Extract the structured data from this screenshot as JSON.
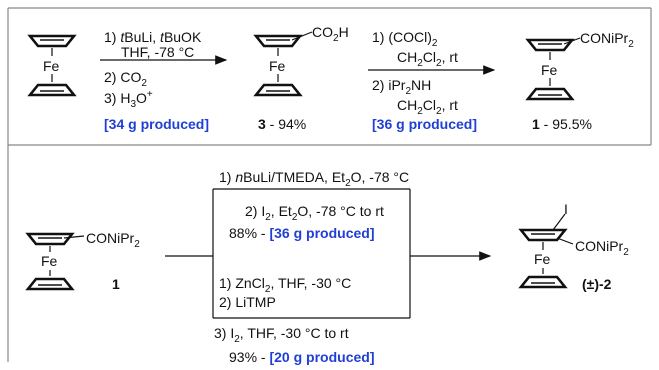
{
  "step1": {
    "cond_line1_a": "1) ",
    "cond_line1_b": "t",
    "cond_line1_c": "BuLi, ",
    "cond_line1_d": "t",
    "cond_line1_e": "BuOK",
    "cond_line2": "THF, -78 °C",
    "cond_line3": "2) CO",
    "cond_line3_sub": "2",
    "cond_line4": "3) H",
    "cond_line4_sub": "3",
    "cond_line4_rest": "O",
    "cond_line4_sup": "+",
    "yield_note": "[34 g produced]",
    "start_fe": "Fe"
  },
  "compound3": {
    "fe": "Fe",
    "group": "CO",
    "group_sub": "2",
    "group_end": "H",
    "label": "3",
    "yield": " - 94%"
  },
  "step2": {
    "cond_line1": "1) (COCl)",
    "cond_line1_sub": "2",
    "cond_line2": "CH",
    "cond_line2_sub1": "2",
    "cond_line2_mid": "Cl",
    "cond_line2_sub2": "2",
    "cond_line2_end": ", rt",
    "cond_line3": "2) iPr",
    "cond_line3_sub": "2",
    "cond_line3_end": "NH",
    "cond_line4": "CH",
    "cond_line4_sub1": "2",
    "cond_line4_mid": "Cl",
    "cond_line4_sub2": "2",
    "cond_line4_end": ", rt",
    "yield_note": "[36 g produced]"
  },
  "compound1": {
    "fe": "Fe",
    "group": "CONiPr",
    "group_sub": "2",
    "label": "1",
    "yield": " - 95.5%"
  },
  "step3": {
    "top_a": "1) ",
    "top_b": "n",
    "top_c": "BuLi/TMEDA, Et",
    "top_sub": "2",
    "top_d": "O, -78 °C",
    "box_line1_a": "2) I",
    "box_line1_sub": "2",
    "box_line1_b": ", Et",
    "box_line1_sub2": "2",
    "box_line1_c": "O, -78 °C to rt",
    "box_line2_a": "88% - ",
    "box_line2_b": "[36 g produced]",
    "box_line3_a": "1) ZnCl",
    "box_line3_sub": "2",
    "box_line3_b": ", THF, -30 °C",
    "box_line4": "2) LiTMP",
    "bottom_line1_a": "3) I",
    "bottom_line1_sub": "2",
    "bottom_line1_b": ", THF, -30 °C to rt",
    "bottom_line2_a": "93% - ",
    "bottom_line2_b": "[20 g produced]"
  },
  "reactant1": {
    "fe": "Fe",
    "group": "CONiPr",
    "group_sub": "2",
    "label": "1"
  },
  "compound2": {
    "fe": "Fe",
    "iodo": "I",
    "group": "CONiPr",
    "group_sub": "2",
    "label": "(±)-2"
  },
  "colors": {
    "highlight": "#1f3fd6",
    "ink": "#111111",
    "frame": "#888888"
  }
}
